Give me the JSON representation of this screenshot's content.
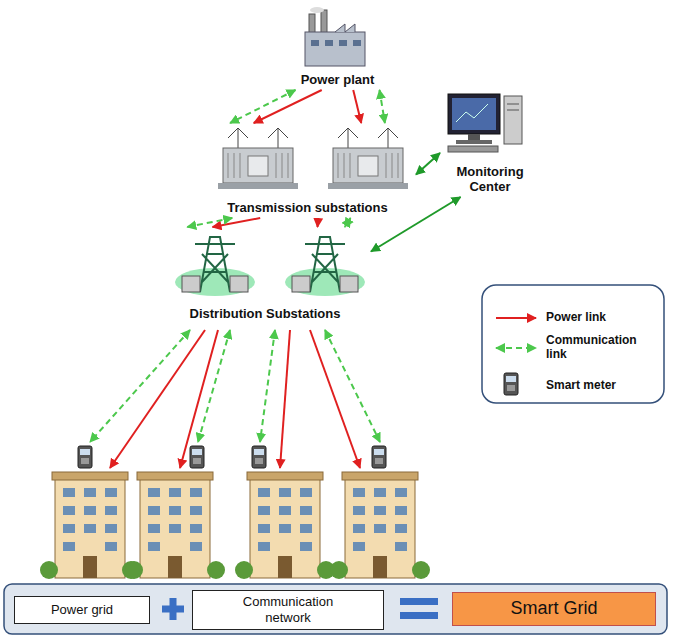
{
  "diagram": {
    "nodes": [
      {
        "text": [
          "Power plant"
        ]
      },
      {
        "text": [
          "Transmission substations"
        ]
      },
      {
        "text": [
          "Monitoring Center"
        ]
      },
      {
        "text": [
          "Distribution Substations"
        ]
      },
      {
        "text": [
          "Power grid"
        ]
      },
      {
        "text": [
          "Communication network"
        ]
      },
      {
        "text": [
          "Smart Grid"
        ]
      }
    ],
    "edges": [
      {
        "from": 0,
        "to": 1,
        "arrow": "to"
      },
      {
        "from": 0,
        "to": 1,
        "arrow": "to"
      },
      {
        "from": 0,
        "to": 1,
        "arrow": "both"
      },
      {
        "from": 0,
        "to": 1,
        "arrow": "both"
      },
      {
        "from": 1,
        "to": 2,
        "arrow": "both"
      },
      {
        "from": 1,
        "to": 3,
        "arrow": "to"
      },
      {
        "from": 1,
        "to": 3,
        "arrow": "to"
      },
      {
        "from": 1,
        "to": 3,
        "arrow": "both"
      },
      {
        "from": 1,
        "to": 3,
        "arrow": "both"
      },
      {
        "from": 2,
        "to": 3,
        "arrow": "both"
      }
    ],
    "legend": [
      {
        "text": "Power link"
      },
      {
        "text": "Communication link"
      },
      {
        "text": "Smart meter"
      }
    ]
  }
}
